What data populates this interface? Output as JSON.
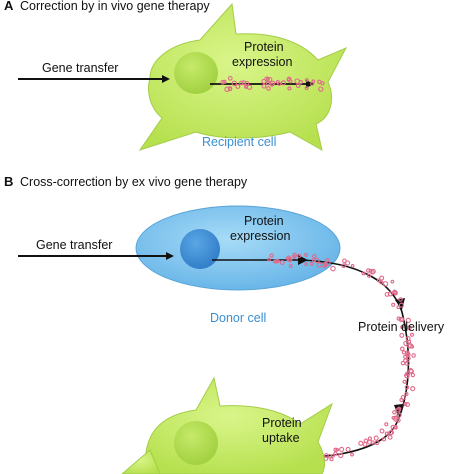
{
  "panel_a": {
    "letter": "A",
    "title": "Correction by in vivo gene therapy",
    "gene_transfer": "Gene transfer",
    "protein_expression_line1": "Protein",
    "protein_expression_line2": "expression",
    "cell_caption": "Recipient cell"
  },
  "panel_b": {
    "letter": "B",
    "title": "Cross-correction by ex vivo gene therapy",
    "gene_transfer": "Gene transfer",
    "protein_expression_line1": "Protein",
    "protein_expression_line2": "expression",
    "donor_caption": "Donor cell",
    "protein_delivery": "Protein delivery",
    "protein_uptake_line1": "Protein",
    "protein_uptake_line2": "uptake"
  },
  "colors": {
    "recipient_cell": "#c9ec6a",
    "recipient_nucleus": "#b2dc52",
    "donor_cell": "#7ec3ee",
    "donor_nucleus": "#3f8fd6",
    "protein_dots": "#e06a8a",
    "caption_blue": "#3b8fd1"
  }
}
